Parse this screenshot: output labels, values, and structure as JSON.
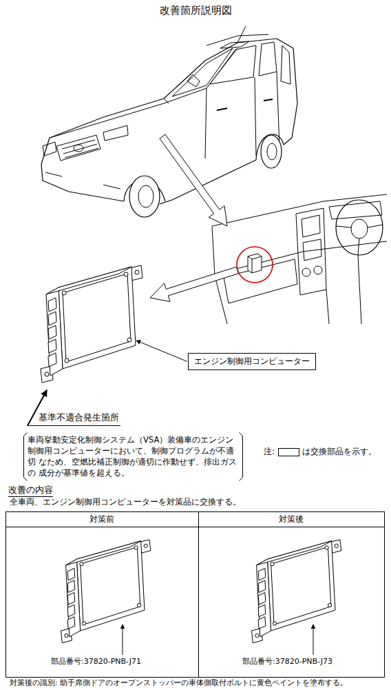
{
  "diagram": {
    "title": "改善箇所説明図",
    "nodes": [
      {
        "text": [
          "エンジン制御用コンピューター"
        ]
      }
    ],
    "labels": [
      "基準不適合発生箇所",
      "車両挙動安定化制御システム（VSA）装備車のエンジン 制御用コンピューターにおいて、制御プログラムが不適切 なため、空燃比補正制御が適切に作動せず、排出ガスの 成分が基準値を超える。",
      "注:",
      "は交換部品を示す。",
      "改善の内容",
      "全車両、エンジン制御用コンピューターを対策品に交換する。",
      "対策前",
      "対策後",
      "部品番号:37820-PNB-J71",
      "部品番号:37820-PNB-J73",
      "対策後の識別: 助手席側ドアのオープンストッパーの車体側取付ボルトに黄色ペイントを塗布する。"
    ]
  }
}
